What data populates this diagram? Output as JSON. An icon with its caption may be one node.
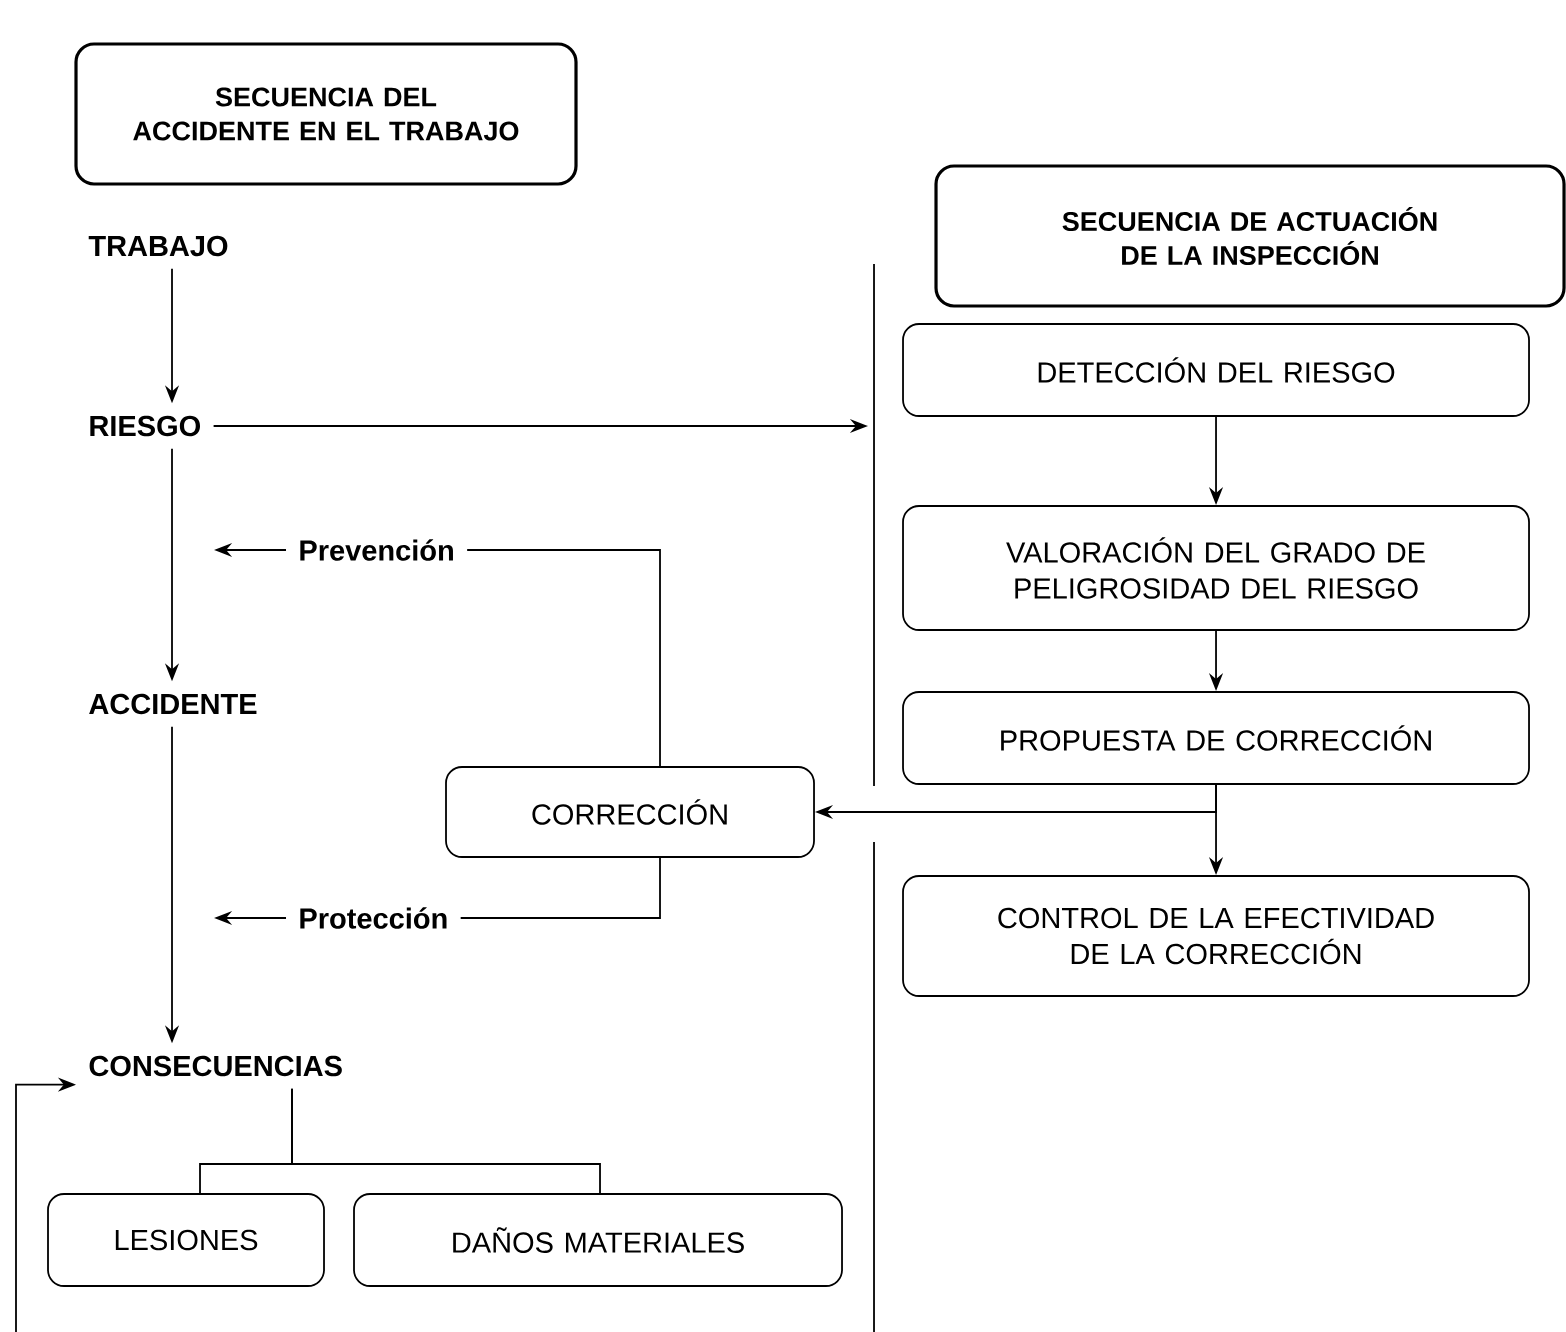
{
  "diagram": {
    "nodes": [
      {
        "text": [
          "SECUENCIA DEL ACCIDENTE EN EL TRABAJO"
        ]
      },
      {
        "text": [
          "SECUENCIA DE ACTUACIÓN DE LA INSPECCIÓN"
        ]
      },
      {
        "text": [
          "TRABAJO"
        ]
      },
      {
        "text": [
          "RIESGO"
        ]
      },
      {
        "text": [
          "ACCIDENTE"
        ]
      },
      {
        "text": [
          "CONSECUENCIAS"
        ]
      },
      {
        "text": [
          "Prevención"
        ]
      },
      {
        "text": [
          "Protección"
        ]
      },
      {
        "text": [
          "CORRECCIÓN"
        ]
      },
      {
        "text": [
          "LESIONES"
        ]
      },
      {
        "text": [
          "DAÑOS MATERIALES"
        ]
      },
      {
        "text": [
          "DETECCIÓN DEL RIESGO"
        ]
      },
      {
        "text": [
          "VALORACIÓN DEL GRADO DE PELIGROSIDAD DEL RIESGO"
        ]
      },
      {
        "text": [
          "PROPUESTA DE CORRECCIÓN"
        ]
      },
      {
        "text": [
          "CONTROL DE LA EFECTIVIDAD DE LA CORRECCIÓN"
        ]
      }
    ],
    "edges": [
      {
        "from": 2,
        "to": 3,
        "arrow": "to"
      },
      {
        "from": 3,
        "to": null,
        "arrow": "to"
      },
      {
        "from": 3,
        "to": 4,
        "arrow": "to"
      },
      {
        "from": 4,
        "to": 5,
        "arrow": "to"
      },
      {
        "from": null,
        "to": 5,
        "arrow": "to"
      },
      {
        "from": 5,
        "to": 9,
        "arrow": "none"
      },
      {
        "from": 5,
        "to": 10,
        "arrow": "none"
      },
      {
        "from": 11,
        "to": 12,
        "arrow": "to"
      },
      {
        "from": 12,
        "to": 13,
        "arrow": "to"
      },
      {
        "from": 13,
        "to": 14,
        "arrow": "to"
      },
      {
        "from": 13,
        "to": 8,
        "arrow": "to"
      },
      {
        "from": 8,
        "to": 6,
        "arrow": "none"
      },
      {
        "from": 6,
        "to": null,
        "arrow": "to"
      },
      {
        "from": 8,
        "to": 7,
        "arrow": "none"
      },
      {
        "from": 7,
        "to": null,
        "arrow": "to"
      }
    ]
  }
}
